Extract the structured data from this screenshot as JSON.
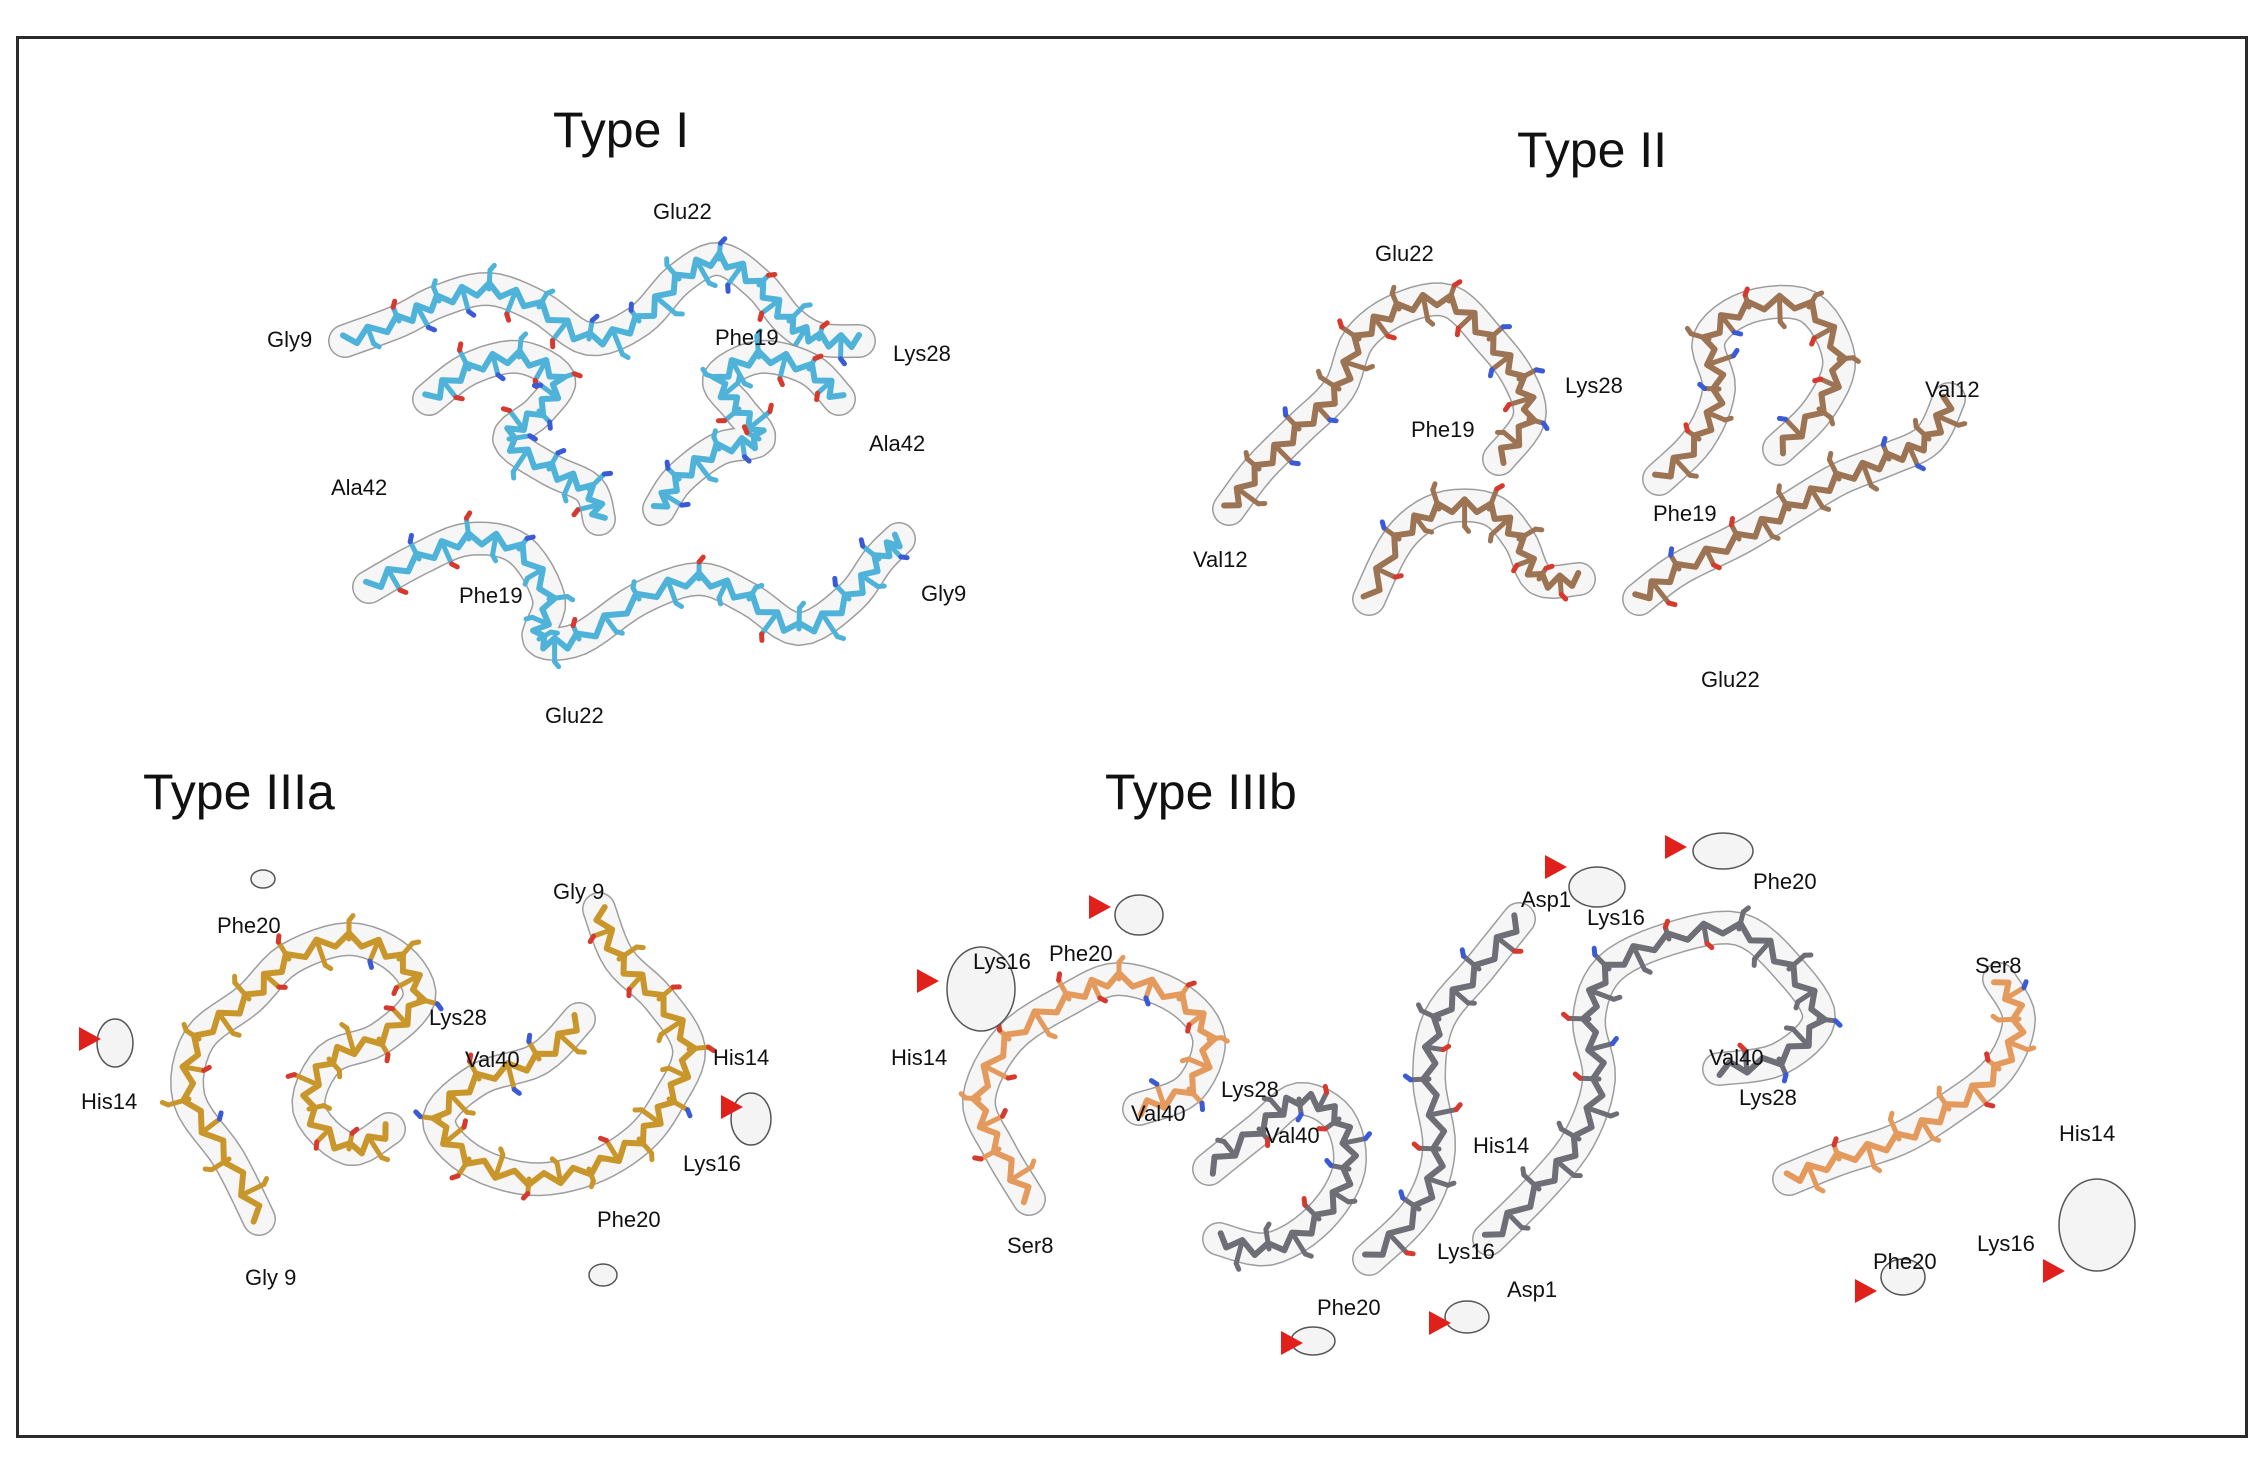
{
  "panels": {
    "type_i": {
      "title": "Type I",
      "stick_color": "#4fb3d9",
      "labels": {
        "glu22_top": "Glu22",
        "gly9_left": "Gly9",
        "phe19_upper": "Phe19",
        "lys28": "Lys28",
        "ala42_right": "Ala42",
        "ala42_left": "Ala42",
        "phe19_lower": "Phe19",
        "gly9_right": "Gly9",
        "glu22_bottom": "Glu22"
      }
    },
    "type_ii": {
      "title": "Type II",
      "stick_color": "#9c7454",
      "labels": {
        "glu22_top": "Glu22",
        "lys28": "Lys28",
        "val12_right": "Val12",
        "phe19_left": "Phe19",
        "phe19_right": "Phe19",
        "val12_left": "Val12",
        "glu22_bottom": "Glu22"
      }
    },
    "type_iiia": {
      "title": "Type IIIa",
      "stick_color": "#c9962c",
      "labels": {
        "gly9_top": "Gly 9",
        "phe20_top": "Phe20",
        "lys28": "Lys28",
        "his14_right": "His14",
        "val40": "Val40",
        "his14_left": "His14",
        "lys16": "Lys16",
        "phe20_bottom": "Phe20",
        "gly9_bottom": "Gly 9"
      }
    },
    "type_iiib": {
      "title": "Type IIIb",
      "stick_colors": [
        "#e39a5c",
        "#6e6e76"
      ],
      "labels": {
        "asp1_top": "Asp1",
        "phe20_top_right": "Phe20",
        "lys16_top_mid": "Lys16",
        "lys16_left": "Lys16",
        "phe20_left": "Phe20",
        "ser8_right": "Ser8",
        "his14_left": "His14",
        "val40_right": "Val40",
        "lys28_left": "Lys28",
        "lys28_right": "Lys28",
        "val40_left": "Val40",
        "val40_mid": "Val40",
        "his14_mid": "His14",
        "his14_right": "His14",
        "ser8_left": "Ser8",
        "lys16_mid": "Lys16",
        "phe20_right": "Phe20",
        "lys16_right": "Lys16",
        "phe20_bottom": "Phe20",
        "asp1_bottom": "Asp1"
      }
    }
  },
  "marker_color": "#e0201b",
  "density_color": "#8c8c8c"
}
